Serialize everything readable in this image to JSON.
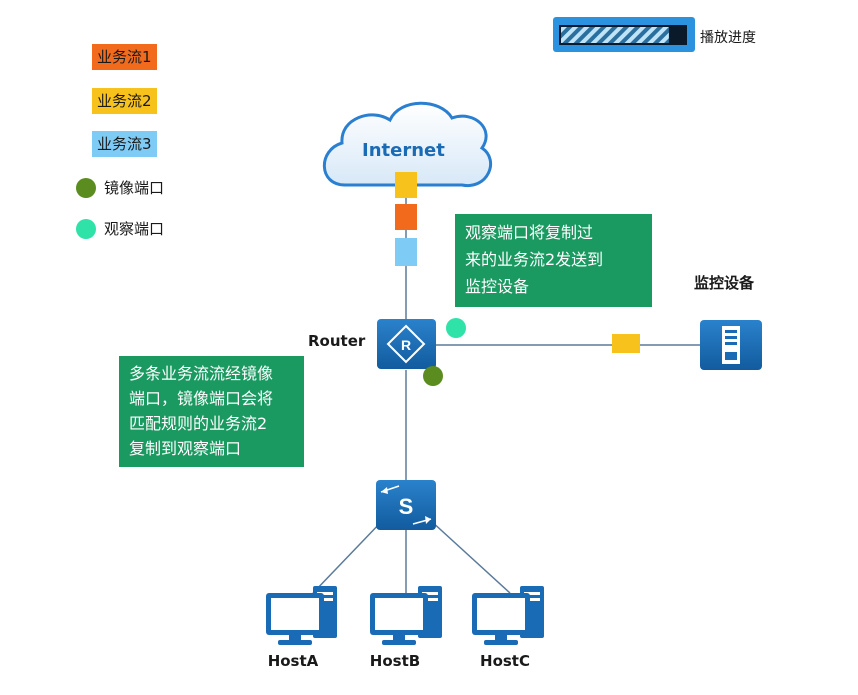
{
  "legend": [
    {
      "label": "业务流1",
      "color": "#f26b1d"
    },
    {
      "label": "业务流2",
      "color": "#f8c21c"
    },
    {
      "label": "业务流3",
      "color": "#7ecbf5"
    }
  ],
  "port_legend": [
    {
      "label": "镜像端口",
      "color": "#5b8c1f"
    },
    {
      "label": "观察端口",
      "color": "#2fe2a8"
    }
  ],
  "progress": {
    "label": "播放进度",
    "value": 0.87
  },
  "nodes": {
    "internet": "Internet",
    "router": "Router",
    "monitor": "监控设备",
    "hosts": [
      "HostA",
      "HostB",
      "HostC"
    ]
  },
  "callouts": {
    "observe": [
      "观察端口将复制过",
      "来的业务流2发送到",
      "监控设备"
    ],
    "mirror": [
      "多条业务流流经镜像",
      "端口，镜像端口会将",
      "匹配规则的业务流2",
      "复制到观察端口"
    ]
  },
  "colors": {
    "device_blue": "#1a6bb5",
    "link": "#5a7a9a",
    "callout_green": "#1a9960"
  }
}
